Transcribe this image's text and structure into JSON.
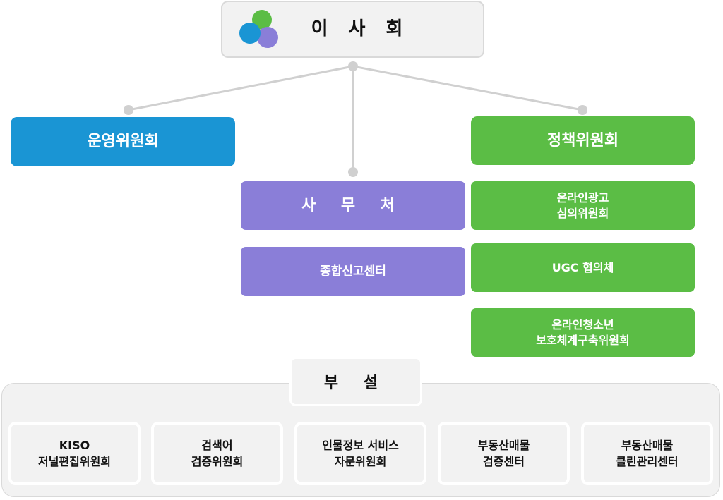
{
  "board": {
    "title": "이 사 회"
  },
  "operations_committee": {
    "label": "운영위원회"
  },
  "policy_committee": {
    "label": "정책위원회"
  },
  "secretariat": {
    "label": "사 무 처"
  },
  "report_center": {
    "label": "종합신고센터"
  },
  "policy_subcommittees": [
    {
      "line1": "온라인광고",
      "line2": "심의위원회"
    },
    {
      "line1": "UGC 협의체",
      "line2": ""
    },
    {
      "line1": "온라인청소년",
      "line2": "보호체계구축위원회"
    }
  ],
  "departments": {
    "title": "부 설",
    "items": [
      {
        "line1": "KISO",
        "line2": "저널편집위원회"
      },
      {
        "line1": "검색어",
        "line2": "검증위원회"
      },
      {
        "line1": "인물정보 서비스",
        "line2": "자문위원회"
      },
      {
        "line1": "부동산매물",
        "line2": "검증센터"
      },
      {
        "line1": "부동산매물",
        "line2": "클린관리센터"
      }
    ]
  },
  "colors": {
    "blue": "#1a95d4",
    "purple": "#8a7ed8",
    "green": "#5bbd45",
    "connector": "#d0d0d0",
    "logo_green": "#5bbd45",
    "logo_blue": "#1a95d4",
    "logo_purple": "#8a7ed8"
  }
}
